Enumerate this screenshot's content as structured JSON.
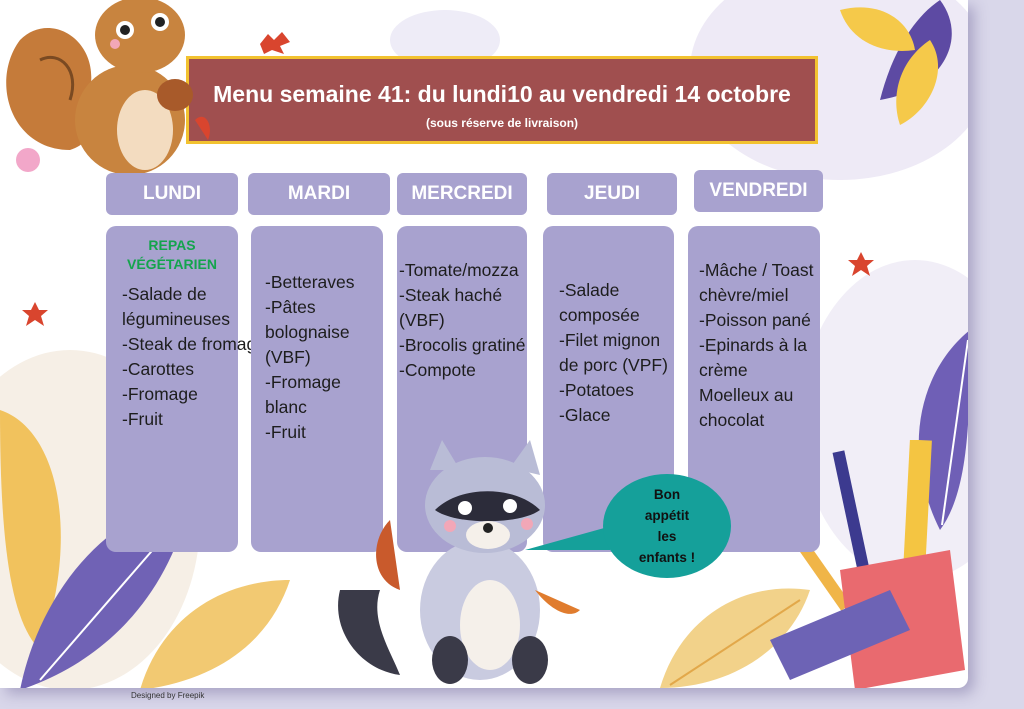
{
  "header": {
    "title": "Menu semaine 41:  du lundi10 au vendredi 14 octobre",
    "subtitle": "(sous réserve de livraison)"
  },
  "days": [
    {
      "name": "LUNDI",
      "note": "REPAS VÉGÉTARIEN",
      "items": [
        "-Salade de légumineuses",
        "-Steak de fromage",
        "-Carottes",
        "-Fromage",
        "-Fruit"
      ]
    },
    {
      "name": "MARDI",
      "items": [
        "-Betteraves",
        "-Pâtes bolognaise (VBF)",
        "-Fromage blanc",
        "-Fruit"
      ]
    },
    {
      "name": "MERCREDI",
      "items": [
        "-Tomate/mozza",
        "-Steak haché (VBF)",
        "-Brocolis gratiné",
        "-Compote"
      ]
    },
    {
      "name": "JEUDI",
      "items": [
        "-Salade composée",
        "-Filet mignon de porc (VPF)",
        "-Potatoes",
        "-Glace"
      ]
    },
    {
      "name": "VENDREDI",
      "items": [
        "-Mâche / Toast chèvre/miel",
        "-Poisson pané",
        "-Epinards à la crème",
        "Moelleux au chocolat"
      ]
    }
  ],
  "bubble": {
    "text": "Bon\nappétit\nles\nenfants !"
  },
  "footer": {
    "credit": "Designed by Freepik"
  },
  "colors": {
    "title_bg": "#a04f4f",
    "title_border": "#f2c230",
    "column_bg": "#a8a2cf",
    "veg_text": "#14a44d",
    "bubble_bg": "#15a09a"
  },
  "icons": [
    "squirrel-illustration",
    "raccoon-illustration",
    "autumn-leaf-icon",
    "pencil-icon",
    "notebook-icon",
    "ruler-icon"
  ]
}
